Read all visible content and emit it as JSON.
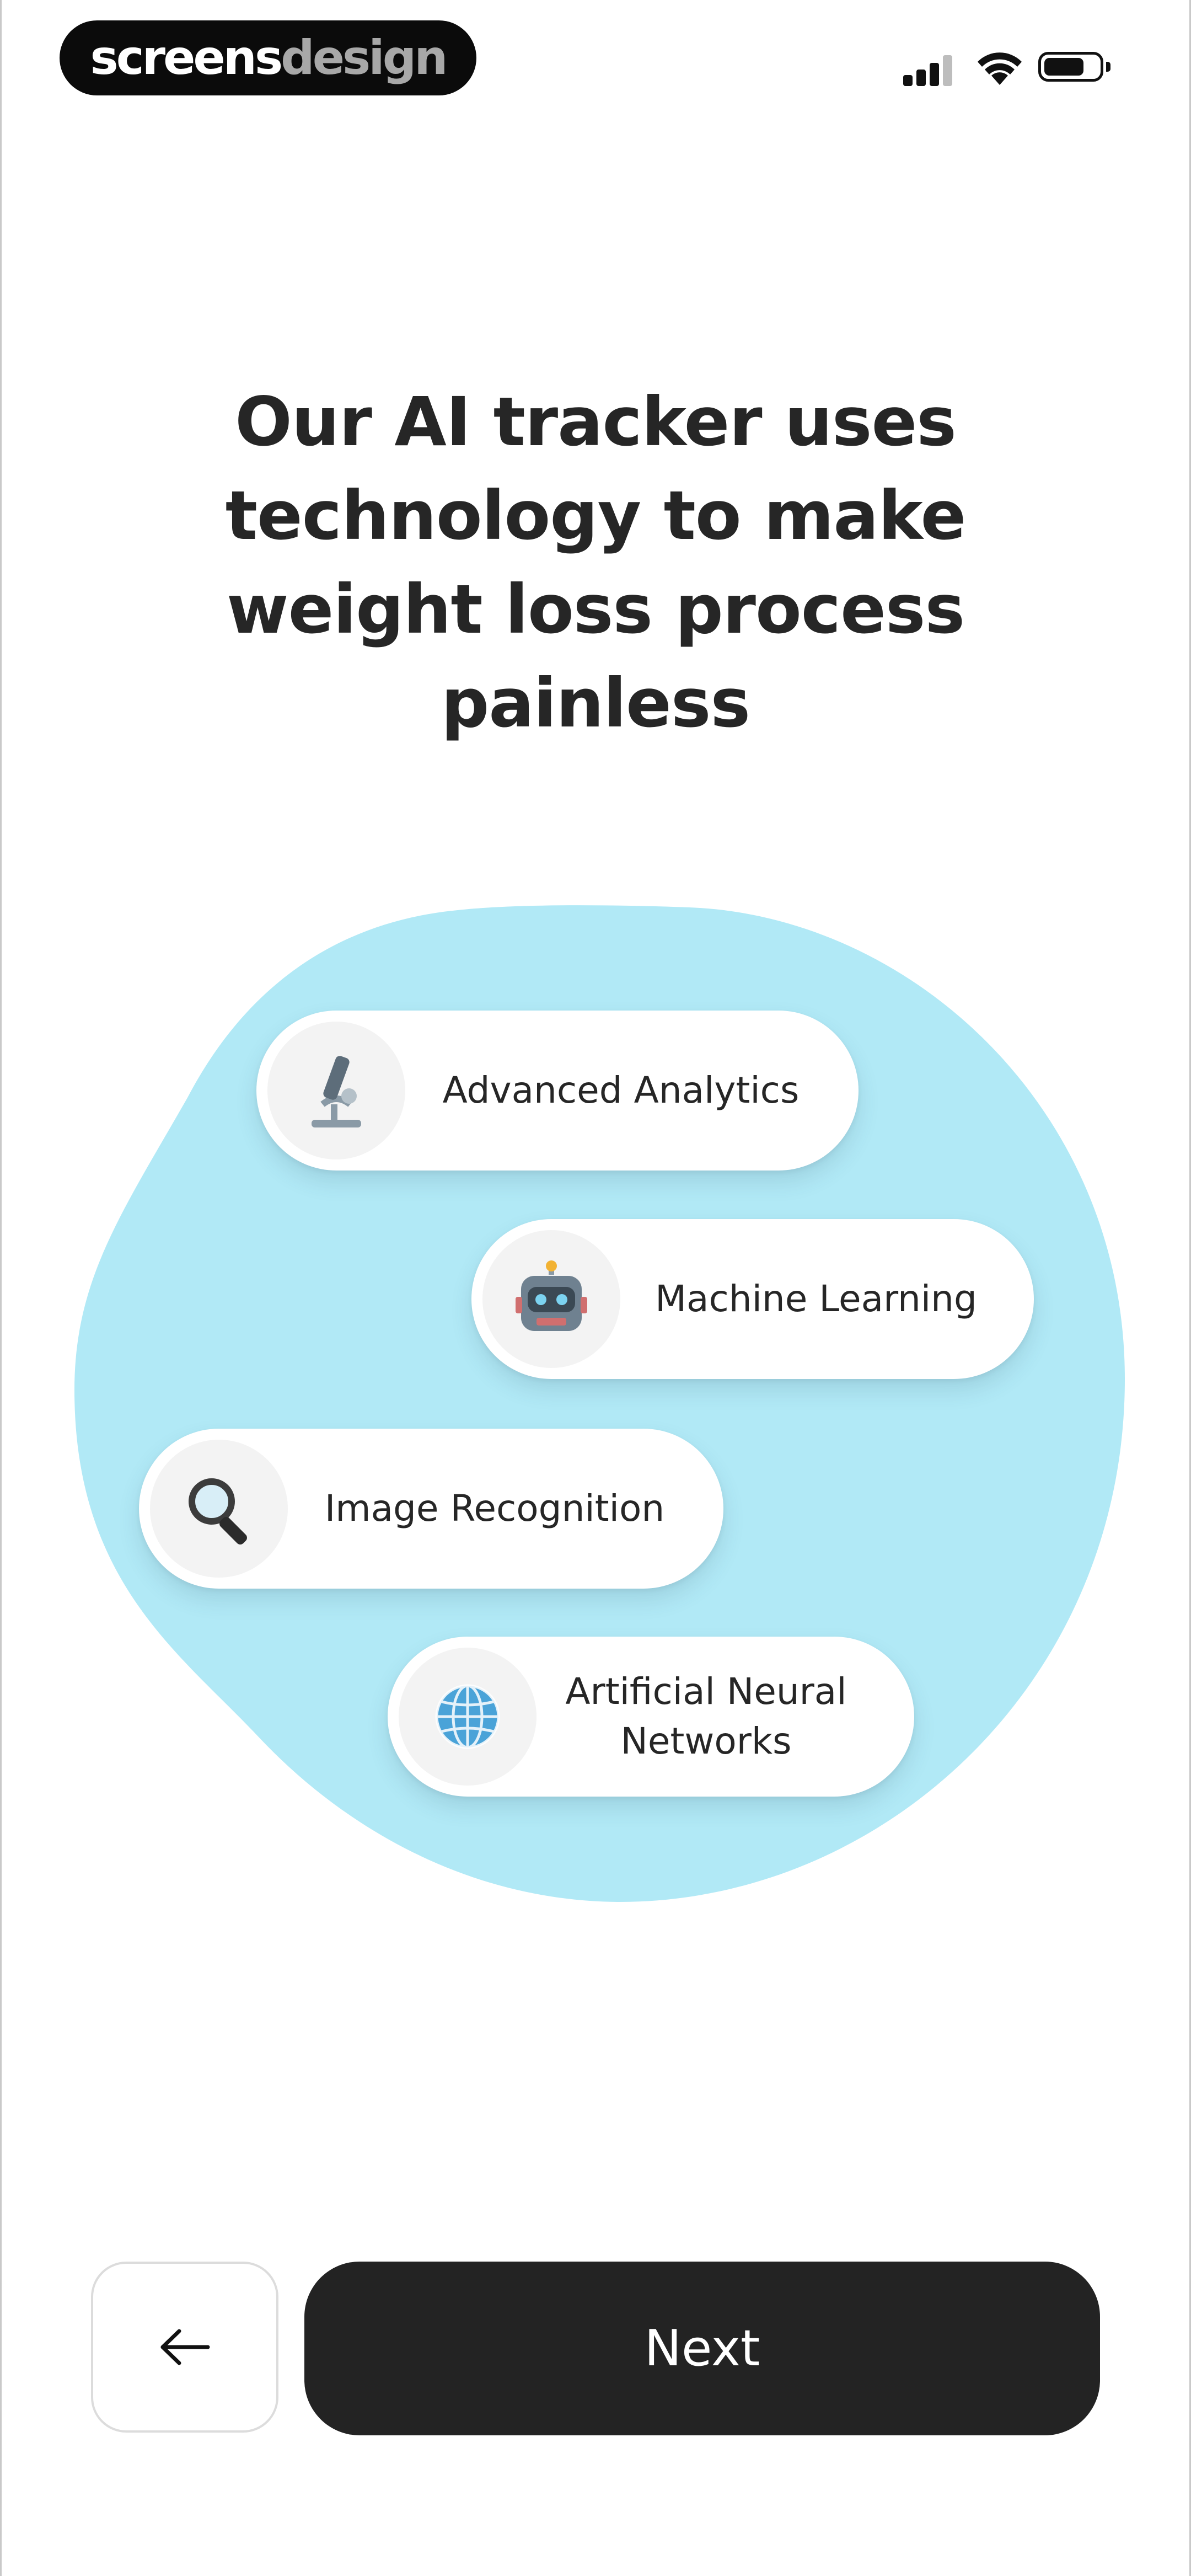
{
  "brand": {
    "part1": "screens",
    "part2": "design"
  },
  "status_bar": {
    "icons": [
      "cellular-signal-icon",
      "wifi-icon",
      "battery-icon"
    ]
  },
  "headline": "Our AI tracker uses technology to make weight loss process painless",
  "features": [
    {
      "label": "Advanced Analytics",
      "icon": "microscope-icon",
      "emoji": "🔬"
    },
    {
      "label": "Machine Learning",
      "icon": "robot-icon",
      "emoji": "🤖"
    },
    {
      "label": "Image Recognition",
      "icon": "magnifying-glass-icon",
      "emoji": "🔍"
    },
    {
      "label": "Artificial Neural Networks",
      "icon": "globe-icon",
      "emoji": "🌐"
    }
  ],
  "nav": {
    "back_icon": "arrow-left-icon",
    "next_label": "Next"
  },
  "colors": {
    "blob": "#b1e9f6",
    "primary_button": "#232323",
    "text": "#262626"
  }
}
